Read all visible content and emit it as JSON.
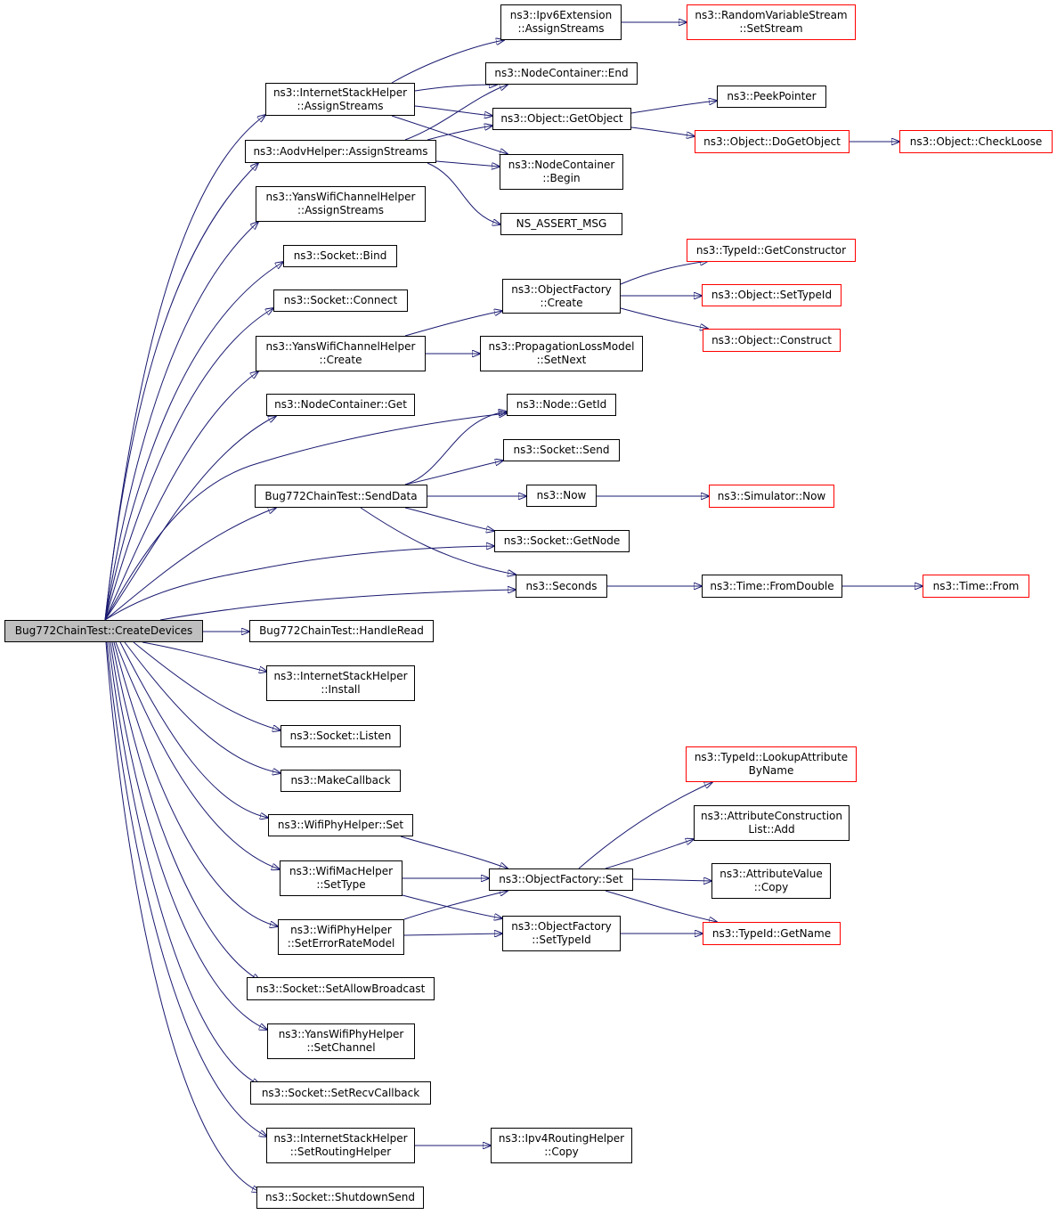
{
  "colors": {
    "edge": "#191970",
    "border": "#000000",
    "border_external": "#ff0000",
    "root_fill": "#bfbfbf"
  },
  "nodes": {
    "root": {
      "lines": [
        "Bug772ChainTest::CreateDevices"
      ]
    },
    "ish_assign": {
      "lines": [
        "ns3::InternetStackHelper",
        "::AssignStreams"
      ]
    },
    "aodv_assign": {
      "lines": [
        "ns3::AodvHelper::AssignStreams"
      ]
    },
    "ywch_assign": {
      "lines": [
        "ns3::YansWifiChannelHelper",
        "::AssignStreams"
      ]
    },
    "sock_bind": {
      "lines": [
        "ns3::Socket::Bind"
      ]
    },
    "sock_connect": {
      "lines": [
        "ns3::Socket::Connect"
      ]
    },
    "ywch_create": {
      "lines": [
        "ns3::YansWifiChannelHelper",
        "::Create"
      ]
    },
    "nc_get": {
      "lines": [
        "ns3::NodeContainer::Get"
      ]
    },
    "senddata": {
      "lines": [
        "Bug772ChainTest::SendData"
      ]
    },
    "handleread": {
      "lines": [
        "Bug772ChainTest::HandleRead"
      ]
    },
    "ish_install": {
      "lines": [
        "ns3::InternetStackHelper",
        "::Install"
      ]
    },
    "sock_listen": {
      "lines": [
        "ns3::Socket::Listen"
      ]
    },
    "makecb": {
      "lines": [
        "ns3::MakeCallback"
      ]
    },
    "wph_set": {
      "lines": [
        "ns3::WifiPhyHelper::Set"
      ]
    },
    "wmh_settype": {
      "lines": [
        "ns3::WifiMacHelper",
        "::SetType"
      ]
    },
    "wph_seterm": {
      "lines": [
        "ns3::WifiPhyHelper",
        "::SetErrorRateModel"
      ]
    },
    "sock_allowbc": {
      "lines": [
        "ns3::Socket::SetAllowBroadcast"
      ]
    },
    "ywph_setch": {
      "lines": [
        "ns3::YansWifiPhyHelper",
        "::SetChannel"
      ]
    },
    "sock_recvcb": {
      "lines": [
        "ns3::Socket::SetRecvCallback"
      ]
    },
    "ish_setrh": {
      "lines": [
        "ns3::InternetStackHelper",
        "::SetRoutingHelper"
      ]
    },
    "sock_shutdown": {
      "lines": [
        "ns3::Socket::ShutdownSend"
      ]
    },
    "ipv6ext": {
      "lines": [
        "ns3::Ipv6Extension",
        "::AssignStreams"
      ]
    },
    "nc_end": {
      "lines": [
        "ns3::NodeContainer::End"
      ]
    },
    "obj_getobj": {
      "lines": [
        "ns3::Object::GetObject"
      ]
    },
    "nc_begin": {
      "lines": [
        "ns3::NodeContainer",
        "::Begin"
      ]
    },
    "assert": {
      "lines": [
        "NS_ASSERT_MSG"
      ]
    },
    "of_create": {
      "lines": [
        "ns3::ObjectFactory",
        "::Create"
      ]
    },
    "plm_setnext": {
      "lines": [
        "ns3::PropagationLossModel",
        "::SetNext"
      ]
    },
    "node_getid": {
      "lines": [
        "ns3::Node::GetId"
      ]
    },
    "sock_send": {
      "lines": [
        "ns3::Socket::Send"
      ]
    },
    "now": {
      "lines": [
        "ns3::Now"
      ]
    },
    "sock_getnode": {
      "lines": [
        "ns3::Socket::GetNode"
      ]
    },
    "seconds": {
      "lines": [
        "ns3::Seconds"
      ]
    },
    "of_set": {
      "lines": [
        "ns3::ObjectFactory::Set"
      ]
    },
    "of_settypeid": {
      "lines": [
        "ns3::ObjectFactory",
        "::SetTypeId"
      ]
    },
    "ipv4rh_copy": {
      "lines": [
        "ns3::Ipv4RoutingHelper",
        "::Copy"
      ]
    },
    "rvs_setstream": {
      "lines": [
        "ns3::RandomVariableStream",
        "::SetStream"
      ]
    },
    "peekptr": {
      "lines": [
        "ns3::PeekPointer"
      ]
    },
    "obj_dogetobj": {
      "lines": [
        "ns3::Object::DoGetObject"
      ]
    },
    "tid_getctor": {
      "lines": [
        "ns3::TypeId::GetConstructor"
      ]
    },
    "obj_settypeid": {
      "lines": [
        "ns3::Object::SetTypeId"
      ]
    },
    "obj_construct": {
      "lines": [
        "ns3::Object::Construct"
      ]
    },
    "sim_now": {
      "lines": [
        "ns3::Simulator::Now"
      ]
    },
    "time_fromdouble": {
      "lines": [
        "ns3::Time::FromDouble"
      ]
    },
    "tid_lookup": {
      "lines": [
        "ns3::TypeId::LookupAttribute",
        "ByName"
      ]
    },
    "acl_add": {
      "lines": [
        "ns3::AttributeConstruction",
        "List::Add"
      ]
    },
    "av_copy": {
      "lines": [
        "ns3::AttributeValue",
        "::Copy"
      ]
    },
    "tid_getname": {
      "lines": [
        "ns3::TypeId::GetName"
      ]
    },
    "obj_checkloose": {
      "lines": [
        "ns3::Object::CheckLoose"
      ]
    },
    "time_from": {
      "lines": [
        "ns3::Time::From"
      ]
    }
  }
}
